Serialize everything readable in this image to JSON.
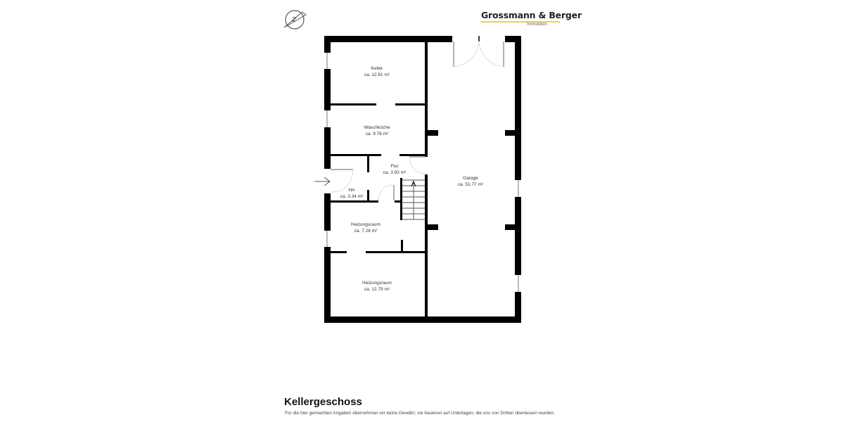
{
  "header": {
    "brand_name": "Grossmann & Berger",
    "brand_sub": "Immobilien",
    "accent_color": "#e8d64a",
    "compass_icon": "compass-north-icon"
  },
  "floorplan": {
    "rooms": [
      {
        "name": "Keller",
        "area": "ca. 12.61 m²"
      },
      {
        "name": "Waschküche",
        "area": "ca. 9.76 m²"
      },
      {
        "name": "Flur",
        "area": "ca. 3.93 m²"
      },
      {
        "name": "HA",
        "area": "ca. 3.34 m²"
      },
      {
        "name": "Heizungsraum",
        "area": "ca. 7.28 m²"
      },
      {
        "name": "Heizungsraum",
        "area": "ca. 12.79 m²"
      },
      {
        "name": "Garage",
        "area": "ca. 51.77 m²"
      }
    ],
    "entry_arrow_icon": "entry-arrow-icon",
    "stairs_icon": "stairs-icon"
  },
  "footer": {
    "title": "Kellergeschoss",
    "disclaimer": "Für die hier gemachten Angaben übernehmen wir keine Gewähr; sie basieren auf Unterlagen, die uns von Dritten überlassen wurden."
  }
}
